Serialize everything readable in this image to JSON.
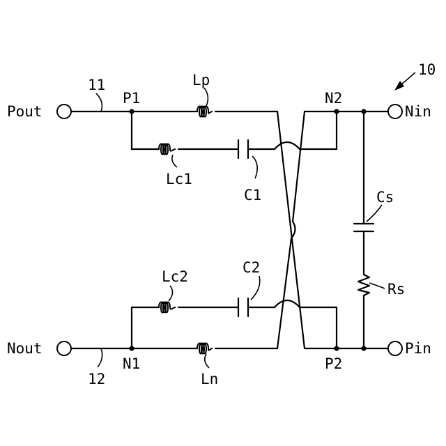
{
  "diagram": {
    "figure_ref": "10",
    "line_refs": {
      "upper": "11",
      "lower": "12"
    },
    "terminals": {
      "pout": "Pout",
      "nout": "Nout",
      "nin": "Nin",
      "pin": "Pin"
    },
    "nodes": {
      "p1": "P1",
      "n1": "N1",
      "n2": "N2",
      "p2": "P2"
    },
    "components": {
      "lp": "Lp",
      "lc1": "Lc1",
      "c1": "C1",
      "lc2": "Lc2",
      "c2": "C2",
      "ln": "Ln",
      "cs": "Cs",
      "rs": "Rs"
    }
  }
}
